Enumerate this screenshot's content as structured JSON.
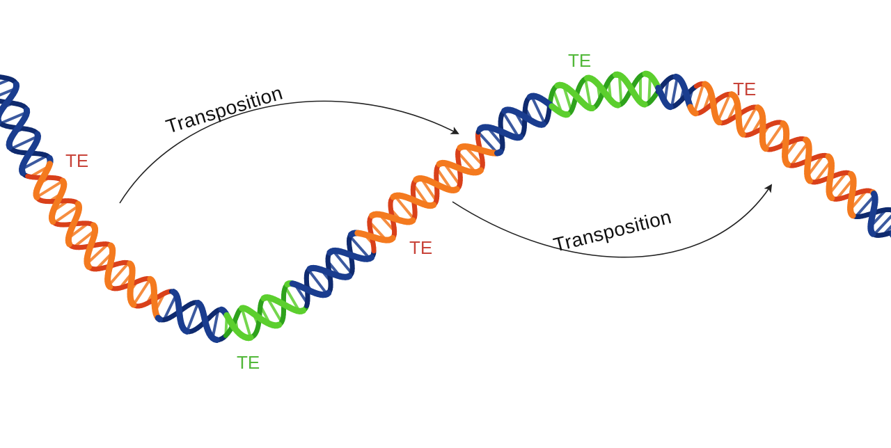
{
  "colors": {
    "blue": "#1a3d8f",
    "blue_dark": "#0f2a6e",
    "orange": "#f47a1f",
    "red": "#d9401a",
    "green": "#5ccf2e",
    "green_dark": "#2ea21c",
    "te_red_label": "#c8443a",
    "te_green_label": "#52b83a"
  },
  "labels": {
    "te_1": "TE",
    "te_2": "TE",
    "te_3": "TE",
    "te_4": "TE",
    "te_5": "TE"
  },
  "arrows": {
    "upper": "Transposition",
    "lower": "Transposition"
  }
}
